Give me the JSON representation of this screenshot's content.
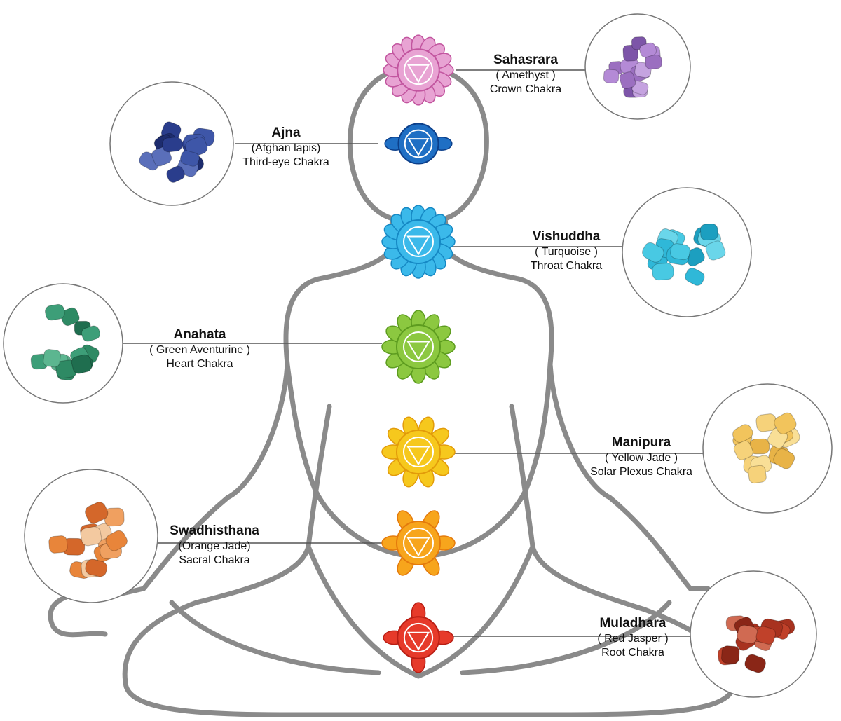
{
  "chakras": [
    {
      "name": "Sahasrara",
      "stone": "( Amethyst )",
      "type": "Crown Chakra",
      "color": "#e8a3d3",
      "accent": "#c2559f",
      "stoneColors": [
        "#9b6fc0",
        "#b48ad6",
        "#7d55a8",
        "#c5a3e0"
      ]
    },
    {
      "name": "Ajna",
      "stone": "(Afghan lapis)",
      "type": "Third-eye Chakra",
      "color": "#1f6fc4",
      "accent": "#0c3f8a",
      "stoneColors": [
        "#2a3d8c",
        "#3e56a8",
        "#1d2c6e",
        "#5a6fba"
      ]
    },
    {
      "name": "Vishuddha",
      "stone": "(  Turquoise  )",
      "type": "Throat Chakra",
      "color": "#3bb9ea",
      "accent": "#1588c4",
      "stoneColors": [
        "#2fb8d8",
        "#48c9e3",
        "#1c9fc0",
        "#6ad6ea"
      ]
    },
    {
      "name": "Anahata",
      "stone": "( Green Aventurine )",
      "type": "Heart Chakra",
      "color": "#8cc840",
      "accent": "#5d9c1f",
      "stoneColors": [
        "#2e8a64",
        "#3d9e78",
        "#1f6e4f",
        "#5cb690"
      ]
    },
    {
      "name": "Manipura",
      "stone": "( Yellow Jade )",
      "type": "Solar Plexus Chakra",
      "color": "#f6c81d",
      "accent": "#e29b0a",
      "stoneColors": [
        "#f2c45c",
        "#f6d27a",
        "#e8b347",
        "#f9df96"
      ]
    },
    {
      "name": "Swadhisthana",
      "stone": "(Orange Jade)",
      "type": "Sacral Chakra",
      "color": "#f7a51c",
      "accent": "#e47a0c",
      "stoneColors": [
        "#e8853a",
        "#d4672a",
        "#f0a060",
        "#f3c9a0"
      ]
    },
    {
      "name": "Muladhara",
      "stone": "( Red Jasper )",
      "type": "Root Chakra",
      "color": "#e63a2a",
      "accent": "#b81e14",
      "stoneColors": [
        "#a8321f",
        "#c0412a",
        "#8a2617",
        "#d06a52"
      ]
    }
  ]
}
